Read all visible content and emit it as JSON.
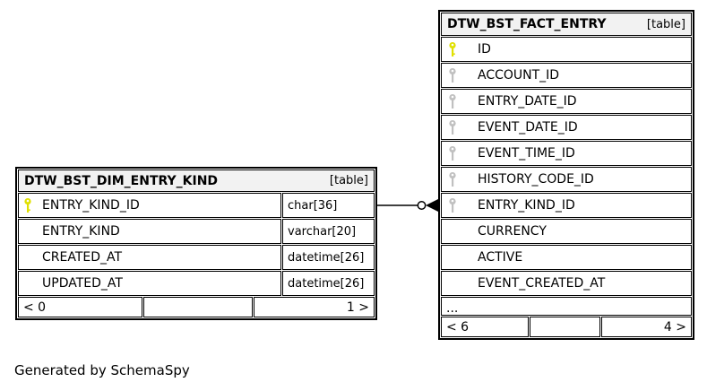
{
  "diagram": {
    "generator_note": "Generated by SchemaSpy",
    "colors": {
      "primary_key_icon": "#e0e000",
      "foreign_key_icon": "#c0c0c0",
      "header_bg": "#f2f2f2",
      "border": "#000000"
    },
    "relationship": {
      "from_table": "DTW_BST_DIM_ENTRY_KIND",
      "from_column": "ENTRY_KIND_ID",
      "to_table": "DTW_BST_FACT_ENTRY",
      "to_column": "ENTRY_KIND_ID",
      "end_style": "circle-crowfoot"
    }
  },
  "tables": [
    {
      "name": "DTW_BST_DIM_ENTRY_KIND",
      "badge": "[table]",
      "columns": [
        {
          "name": "ENTRY_KIND_ID",
          "type": "char[36]",
          "key": "primary"
        },
        {
          "name": "ENTRY_KIND",
          "type": "varchar[20]",
          "key": "none"
        },
        {
          "name": "CREATED_AT",
          "type": "datetime[26]",
          "key": "none"
        },
        {
          "name": "UPDATED_AT",
          "type": "datetime[26]",
          "key": "none"
        }
      ],
      "footer": {
        "left": "< 0",
        "right": "1 >"
      }
    },
    {
      "name": "DTW_BST_FACT_ENTRY",
      "badge": "[table]",
      "columns": [
        {
          "name": "ID",
          "key": "primary"
        },
        {
          "name": "ACCOUNT_ID",
          "key": "foreign"
        },
        {
          "name": "ENTRY_DATE_ID",
          "key": "foreign"
        },
        {
          "name": "EVENT_DATE_ID",
          "key": "foreign"
        },
        {
          "name": "EVENT_TIME_ID",
          "key": "foreign"
        },
        {
          "name": "HISTORY_CODE_ID",
          "key": "foreign"
        },
        {
          "name": "ENTRY_KIND_ID",
          "key": "foreign"
        },
        {
          "name": "CURRENCY",
          "key": "none"
        },
        {
          "name": "ACTIVE",
          "key": "none"
        },
        {
          "name": "EVENT_CREATED_AT",
          "key": "none"
        }
      ],
      "ellipsis": "...",
      "footer": {
        "left": "< 6",
        "right": "4 >"
      }
    }
  ]
}
